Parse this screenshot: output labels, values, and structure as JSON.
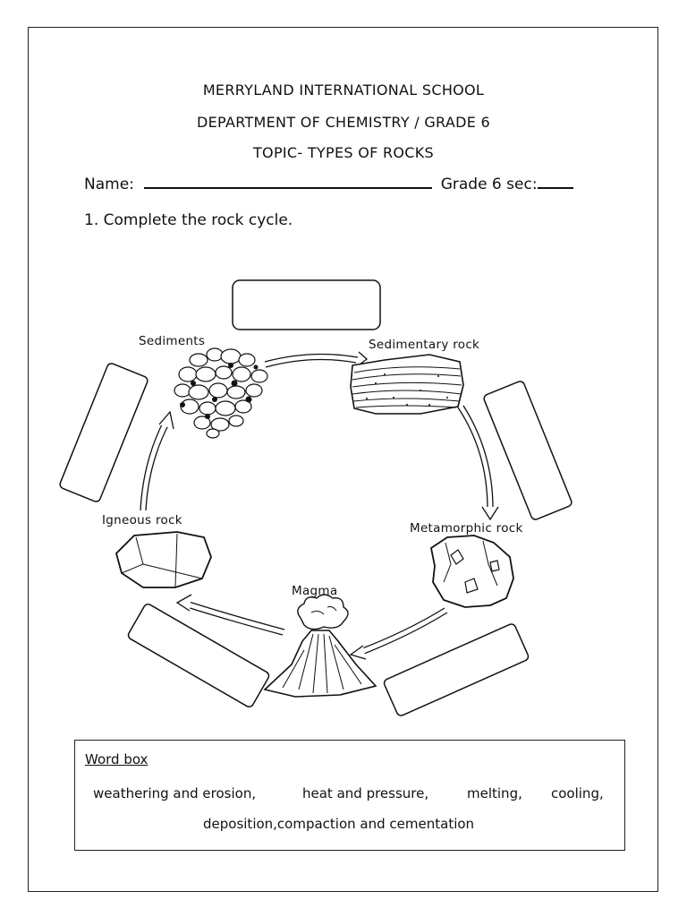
{
  "header": {
    "school": "MERRYLAND INTERNATIONAL SCHOOL",
    "department": "DEPARTMENT OF CHEMISTRY / GRADE 6",
    "topic": "TOPIC- TYPES OF ROCKS"
  },
  "fields": {
    "name_label": "Name:",
    "grade_label": "Grade 6 sec:"
  },
  "question": "1. Complete the rock cycle.",
  "diagram": {
    "sediments": "Sediments",
    "sedimentary_rock": "Sedimentary rock",
    "metamorphic_rock": "Metamorphic rock",
    "magma": "Magma",
    "igneous_rock": "Igneous rock"
  },
  "word_box": {
    "title": "Word box",
    "words": [
      "weathering and erosion,",
      "heat and pressure,",
      "melting,",
      "cooling,"
    ],
    "last_line": "deposition,compaction and cementation"
  }
}
